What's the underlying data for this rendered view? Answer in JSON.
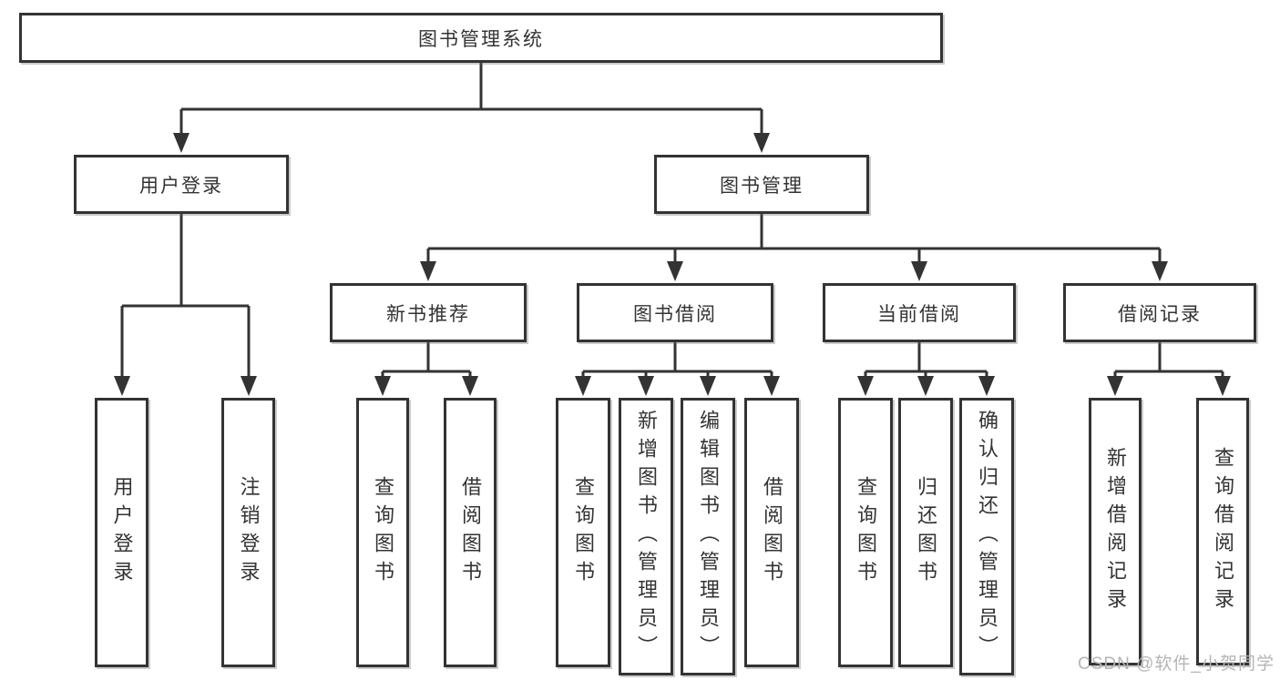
{
  "diagram_title": "图书管理系统",
  "tree": {
    "root": "图书管理系统",
    "branches": [
      {
        "label": "用户登录",
        "leaves": [
          "用户登录",
          "注销登录"
        ]
      },
      {
        "label": "图书管理",
        "children": [
          {
            "label": "新书推荐",
            "leaves": [
              "查询图书",
              "借阅图书"
            ]
          },
          {
            "label": "图书借阅",
            "leaves": [
              "查询图书",
              "新增图书（管理员）",
              "编辑图书（管理员）",
              "借阅图书"
            ]
          },
          {
            "label": "当前借阅",
            "leaves": [
              "查询图书",
              "归还图书",
              "确认归还（管理员）"
            ]
          },
          {
            "label": "借阅记录",
            "leaves": [
              "新增借阅记录",
              "查询借阅记录"
            ]
          }
        ]
      }
    ]
  },
  "watermark": "CSDN @软件_小贺同学",
  "colors": {
    "background": "#ffffff",
    "line": "#333333",
    "box_border": "#333333",
    "box_fill": "#ffffff",
    "text": "#333333",
    "watermark": "#b5b5b5"
  }
}
